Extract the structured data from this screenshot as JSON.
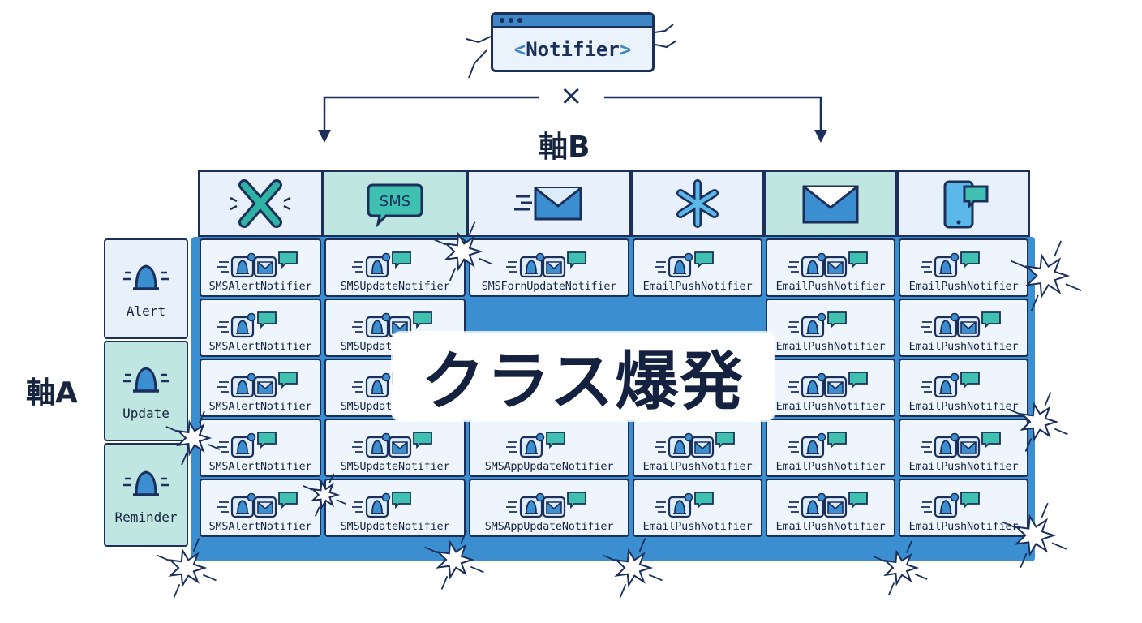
{
  "top_class": {
    "open_bracket": "<",
    "label": "Notifier",
    "close_bracket": ">"
  },
  "cross_symbol": "×",
  "axis_b_label": "軸B",
  "axis_a_label": "軸A",
  "headline": "クラス爆発",
  "colors": {
    "navy": "#1b2f5a",
    "blue": "#3b8fd0",
    "teal": "#2fb3a5",
    "light_teal": "#bfe6e0",
    "cell_bg": "#eef5fc"
  },
  "columns": [
    {
      "icon": "x-logo-icon",
      "highlight": false
    },
    {
      "icon": "sms-bubble-icon",
      "badge_text": "SMS",
      "highlight": true
    },
    {
      "icon": "fast-mail-icon",
      "highlight": false
    },
    {
      "icon": "snowflake-logo-icon",
      "highlight": false
    },
    {
      "icon": "envelope-icon",
      "highlight": true
    },
    {
      "icon": "phone-chat-icon",
      "highlight": false
    }
  ],
  "rows": [
    {
      "label": "Alert",
      "icon": "alert-bell-icon"
    },
    {
      "label": "",
      "icon": "none"
    },
    {
      "label": "Update",
      "icon": "update-bell-icon"
    },
    {
      "label": "",
      "icon": "none"
    },
    {
      "label": "Reminder",
      "icon": "reminder-bell-icon"
    }
  ],
  "grid": [
    [
      "SMSAlertNotifier",
      "SMSUpdateNotifier",
      "SMSFornUpdateNotifier",
      "EmailPushNotifier",
      "EmailPushNotifier",
      "EmailPushNotifier"
    ],
    [
      "SMSAlertNotifier",
      "SMSUpdateNotifier",
      "",
      "",
      "EmailPushNotifier",
      "EmailPushNotifier"
    ],
    [
      "SMSAlertNotifier",
      "SMSUpdateNotifier",
      "",
      "",
      "EmailPushNotifier",
      "EmailPushNotifier"
    ],
    [
      "SMSAlertNotifier",
      "SMSUpdateNotifier",
      "SMSAppUpdateNotifier",
      "EmailPushNotifier",
      "EmailPushNotifier",
      "EmailPushNotifier"
    ],
    [
      "SMSAlertNotifier",
      "SMSUpdateNotifier",
      "SMSAppUpdateNotifier",
      "EmailPushNotifier",
      "EmailPushNotifier",
      "EmailPushNotifier"
    ]
  ]
}
